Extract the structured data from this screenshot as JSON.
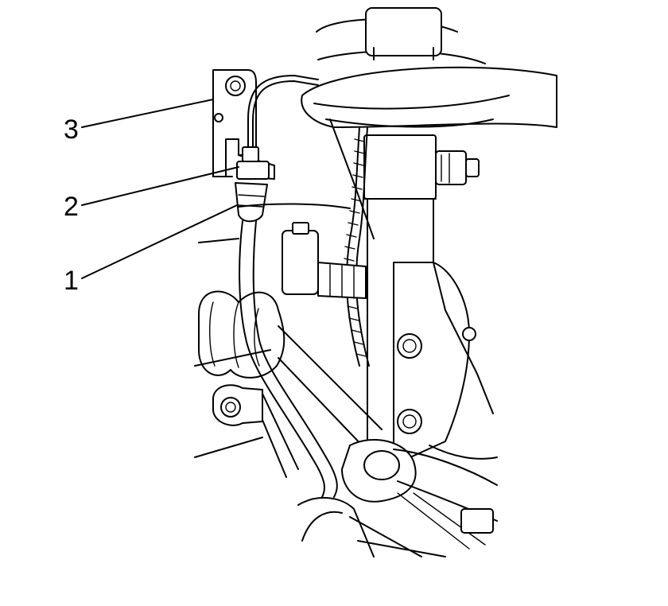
{
  "diagram": {
    "callouts": [
      {
        "id": "3",
        "label": "3"
      },
      {
        "id": "2",
        "label": "2"
      },
      {
        "id": "1",
        "label": "1"
      }
    ],
    "colors": {
      "line": "#000000",
      "background": "#ffffff"
    }
  }
}
